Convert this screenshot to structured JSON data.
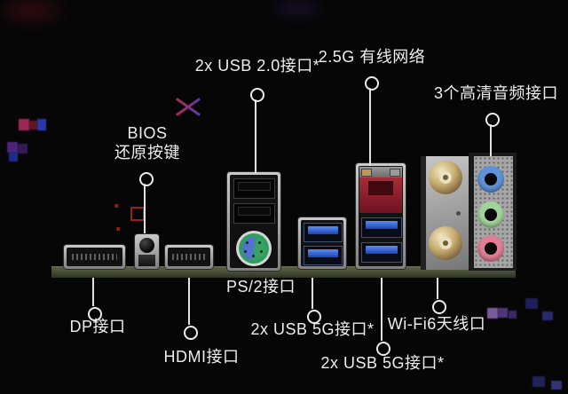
{
  "labels": {
    "usb20": "2x USB 2.0接口*",
    "lan": "2.5G 有线网络",
    "audio": "3个高清音频接口",
    "bios_line1": "BIOS",
    "bios_line2": "还原按键",
    "dp": "DP接口",
    "hdmi": "HDMI接口",
    "ps2": "PS/2接口",
    "usb5g_left": "2x USB 5G接口*",
    "wifi": "Wi-Fi6天线口",
    "usb5g_right": "2x USB 5G接口*"
  },
  "ports": [
    {
      "name": "dp-port"
    },
    {
      "name": "bios-reset-button"
    },
    {
      "name": "hdmi-port"
    },
    {
      "name": "usb2-ps2-stack"
    },
    {
      "name": "usb-5g-stack-left"
    },
    {
      "name": "lan-usb-stack"
    },
    {
      "name": "wifi-antenna-bracket"
    },
    {
      "name": "audio-jacks-plate"
    }
  ],
  "colors": {
    "background": "#060607",
    "label_text": "#ededed",
    "pcb_olive": "#4b503a",
    "usb3_blue": "#2b5fd9",
    "usb2_black": "#0b0b0b",
    "lan_red": "#8e1f2c",
    "ps2_green": "#2f9e5e",
    "ps2_blue": "#5570d2",
    "audio_blue": "#5f93d8",
    "audio_green": "#a3d39c",
    "audio_pink": "#e07f96",
    "antenna_gold": "#c5aa6d",
    "decor_red": "#a82424",
    "decor_purple": "#5a3aa8"
  }
}
